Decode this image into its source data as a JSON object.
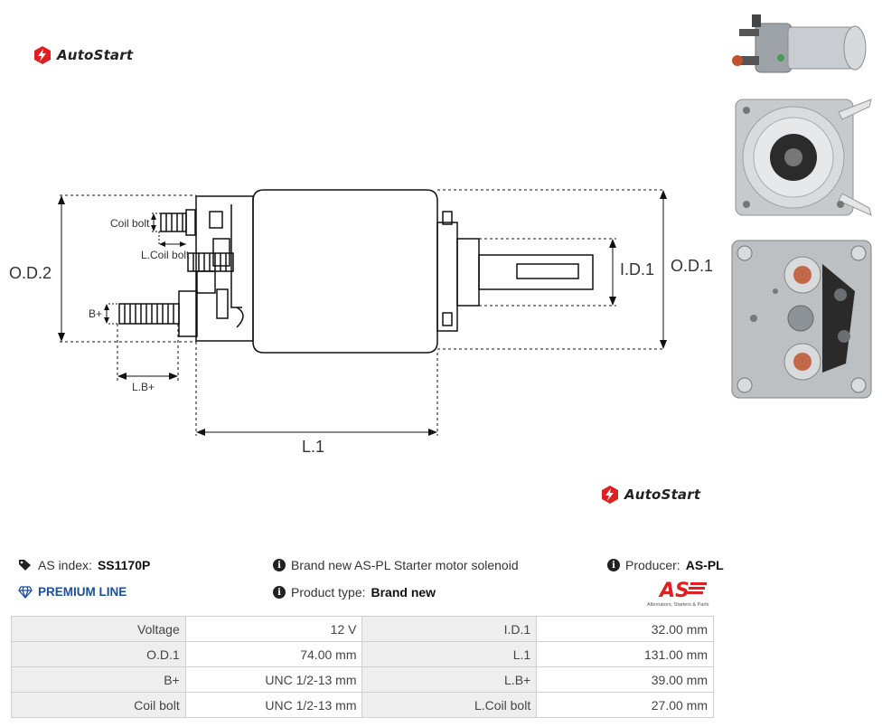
{
  "brand": {
    "name": "AutoStart",
    "accent": "#e02020"
  },
  "drawing": {
    "labels": {
      "od2": "O.D.2",
      "od1": "O.D.1",
      "id1": "I.D.1",
      "l1": "L.1",
      "lb": "L.B+",
      "bplus": "B+",
      "coil_bolt": "Coil bolt",
      "l_coil_bolt": "L.Coil bolt"
    }
  },
  "photos": [
    "solenoid-side-photo",
    "solenoid-front-photo",
    "solenoid-rear-photo"
  ],
  "product": {
    "as_index_label": "AS index:",
    "as_index_value": "SS1170P",
    "premium_line": "PREMIUM LINE",
    "description": "Brand new AS-PL Starter motor solenoid",
    "type_label": "Product type:",
    "type_value": "Brand new",
    "producer_label": "Producer:",
    "producer_value": "AS-PL",
    "producer_logo_text": "AS",
    "producer_tagline": "Alternators, Starters & Parts"
  },
  "specs": [
    {
      "label_a": "Voltage",
      "value_a": "12 V",
      "label_b": "I.D.1",
      "value_b": "32.00 mm"
    },
    {
      "label_a": "O.D.1",
      "value_a": "74.00 mm",
      "label_b": "L.1",
      "value_b": "131.00 mm"
    },
    {
      "label_a": "B+",
      "value_a": "UNC 1/2-13 mm",
      "label_b": "L.B+",
      "value_b": "39.00 mm"
    },
    {
      "label_a": "Coil bolt",
      "value_a": "UNC 1/2-13 mm",
      "label_b": "L.Coil bolt",
      "value_b": "27.00 mm"
    }
  ]
}
